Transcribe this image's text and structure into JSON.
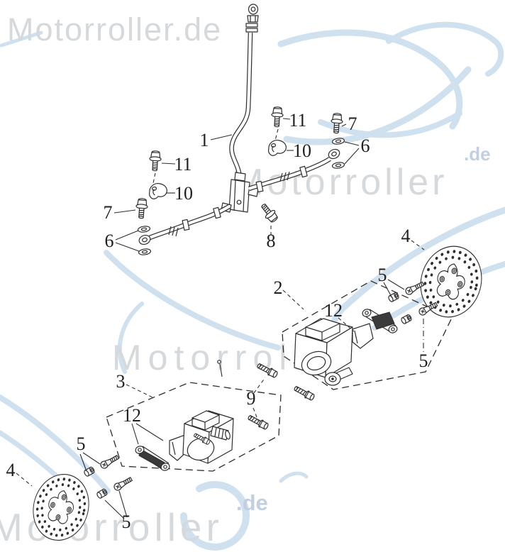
{
  "brand": {
    "top": "Motorroller.de",
    "word": "Motorroller",
    "tld": ".de"
  },
  "palette": {
    "ink": "#2e2e2e",
    "wmgray": "#d6d9dc",
    "wmblue": "#cfe0ef",
    "tldblue": "#c2cfe0",
    "pad": "#3b3b3b",
    "bg": "#ffffff"
  },
  "callouts": [
    {
      "part": "front-brake-hose",
      "label": "1"
    },
    {
      "part": "clamp-bolt-left",
      "label": "11"
    },
    {
      "part": "hose-clamp-left",
      "label": "10"
    },
    {
      "part": "banjo-bolt-left",
      "label": "7"
    },
    {
      "part": "sealing-washers-left",
      "label": "6"
    },
    {
      "part": "junction-bolt",
      "label": "8"
    },
    {
      "part": "clamp-bolt-right",
      "label": "11"
    },
    {
      "part": "hose-clamp-right",
      "label": "10"
    },
    {
      "part": "banjo-bolt-right",
      "label": "7"
    },
    {
      "part": "sealing-washers-right",
      "label": "6"
    },
    {
      "part": "brake-caliper-right",
      "label": "2"
    },
    {
      "part": "brake-pads-right",
      "label": "12"
    },
    {
      "part": "disc-bolts-right-upper",
      "label": "5"
    },
    {
      "part": "brake-disc-right",
      "label": "4"
    },
    {
      "part": "disc-bolts-right-lower",
      "label": "5"
    },
    {
      "part": "caliper-mount-bolts",
      "label": "9"
    },
    {
      "part": "brake-caliper-left",
      "label": "3"
    },
    {
      "part": "brake-pads-left",
      "label": "12"
    },
    {
      "part": "brake-disc-left",
      "label": "4"
    },
    {
      "part": "disc-bolts-left-upper",
      "label": "5"
    },
    {
      "part": "disc-bolts-left-lower",
      "label": "5"
    }
  ]
}
